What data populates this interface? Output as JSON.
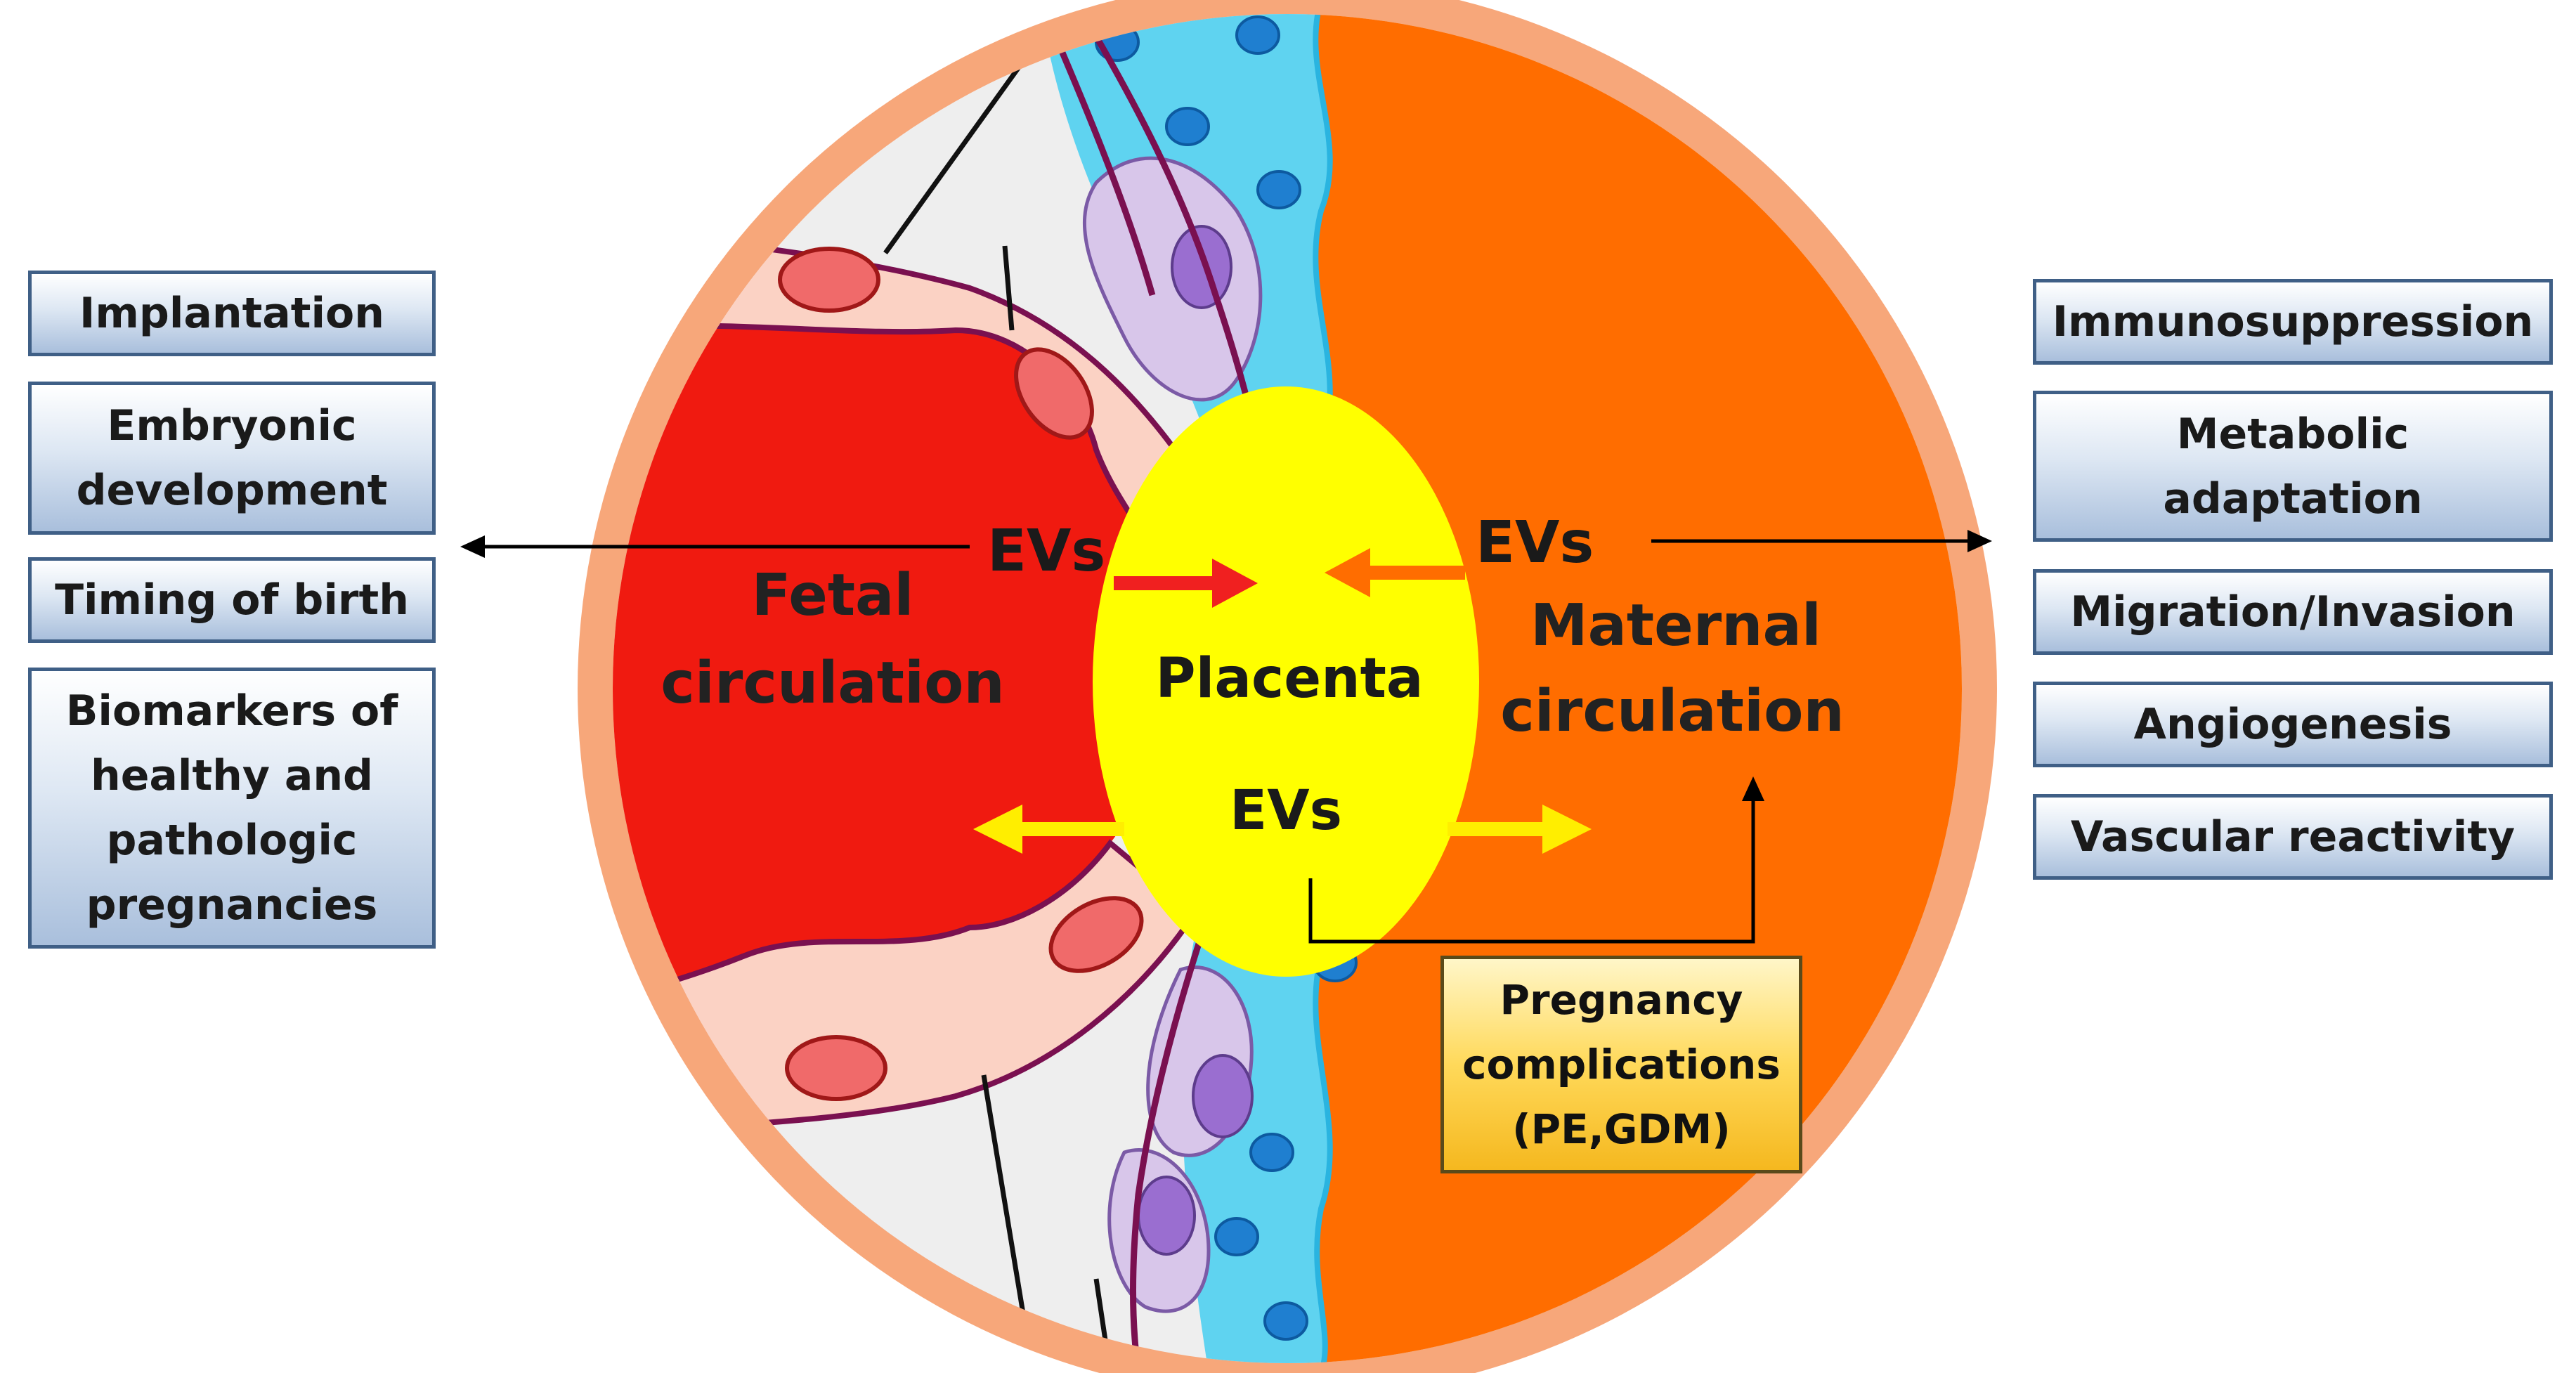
{
  "left_effects": [
    "Implantation",
    "Embryonic development",
    "Timing of birth",
    "Biomarkers of healthy and pathologic pregnancies"
  ],
  "right_effects": [
    "Immunosuppression",
    "Metabolic adaptation",
    "Migration/Invasion",
    "Angiogenesis",
    "Vascular reactivity"
  ],
  "center": {
    "placenta": "Placenta",
    "evs_center": "EVs",
    "evs_left": "EVs",
    "evs_right": "EVs",
    "fetal_line1": "Fetal",
    "fetal_line2": "circulation",
    "maternal_line1": "Maternal",
    "maternal_line2": "circulation"
  },
  "complications": {
    "line1": "Pregnancy",
    "line2": "complications",
    "line3": "(PE,GDM)"
  },
  "colors": {
    "fetal_red": "#f01a10",
    "maternal_orange": "#ff6d00",
    "placenta_yellow": "#ffff00",
    "ring_peach": "#f7a77a",
    "blue_layer": "#5fd3f0",
    "vessel_purple": "#7a1050"
  }
}
